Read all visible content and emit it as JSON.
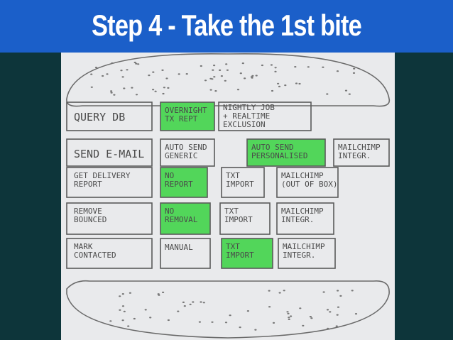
{
  "slide": {
    "title": "Step 4 - Take the 1st bite",
    "colors": {
      "title_bar": "#1b5fc9",
      "background": "#0d353a",
      "paper": "#e9eaec",
      "highlight": "#52d65a"
    }
  },
  "burger": {
    "rows": [
      {
        "label": [
          "QUERY DB"
        ],
        "options": [
          {
            "text": [
              "OVERNIGHT",
              "TX REPT"
            ],
            "highlighted": true
          },
          {
            "text": [
              "NIGHTLY JOB",
              "+ REALTIME",
              "EXCLUSION"
            ],
            "highlighted": false
          }
        ]
      },
      {
        "label": [
          "SEND E-MAIL"
        ],
        "options": [
          {
            "text": [
              "AUTO SEND",
              "GENERIC"
            ],
            "highlighted": false
          },
          {
            "text": [
              "AUTO SEND",
              "PERSONALISED"
            ],
            "highlighted": true
          },
          {
            "text": [
              "MAILCHIMP",
              "INTEGR."
            ],
            "highlighted": false
          }
        ]
      },
      {
        "label": [
          "GET DELIVERY",
          "REPORT"
        ],
        "options": [
          {
            "text": [
              "NO",
              "REPORT"
            ],
            "highlighted": true
          },
          {
            "text": [
              "TXT",
              "IMPORT"
            ],
            "highlighted": false
          },
          {
            "text": [
              "MAILCHIMP",
              "(OUT OF BOX)"
            ],
            "highlighted": false
          }
        ]
      },
      {
        "label": [
          "REMOVE",
          "BOUNCED"
        ],
        "options": [
          {
            "text": [
              "NO",
              "REMOVAL"
            ],
            "highlighted": true
          },
          {
            "text": [
              "TXT",
              "IMPORT"
            ],
            "highlighted": false
          },
          {
            "text": [
              "MAILCHIMP",
              "INTEGR."
            ],
            "highlighted": false
          }
        ]
      },
      {
        "label": [
          "MARK",
          "CONTACTED"
        ],
        "options": [
          {
            "text": [
              "MANUAL"
            ],
            "highlighted": false
          },
          {
            "text": [
              "TXT",
              "IMPORT"
            ],
            "highlighted": true
          },
          {
            "text": [
              "MAILCHIMP",
              "INTEGR."
            ],
            "highlighted": false
          }
        ]
      }
    ]
  }
}
